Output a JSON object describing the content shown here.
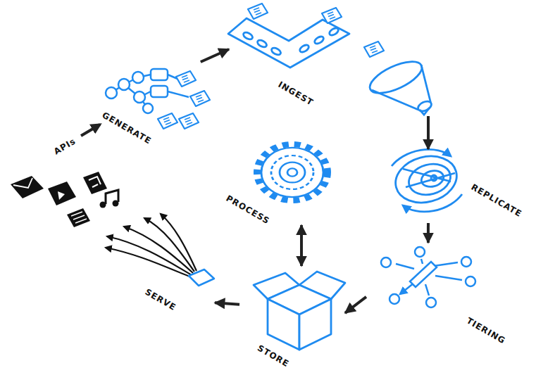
{
  "diagram": {
    "nodes": [
      {
        "text": [
          "GENERATE"
        ]
      },
      {
        "text": [
          "INGEST"
        ]
      },
      {
        "text": [
          "REPLICATE"
        ]
      },
      {
        "text": [
          "TIERING"
        ]
      },
      {
        "text": [
          "STORE"
        ]
      },
      {
        "text": [
          "PROCESS"
        ]
      },
      {
        "text": [
          "SERVE"
        ]
      }
    ],
    "edges": [
      {
        "from": 0,
        "to": 1,
        "arrow": "to"
      },
      {
        "from": 1,
        "to": 2,
        "arrow": "to"
      },
      {
        "from": 2,
        "to": 3,
        "arrow": "to"
      },
      {
        "from": 3,
        "to": 4,
        "arrow": "to"
      },
      {
        "from": 5,
        "to": 4,
        "arrow": "both"
      },
      {
        "from": 4,
        "to": 6,
        "arrow": "to"
      }
    ],
    "labels": [
      "APIs"
    ]
  }
}
